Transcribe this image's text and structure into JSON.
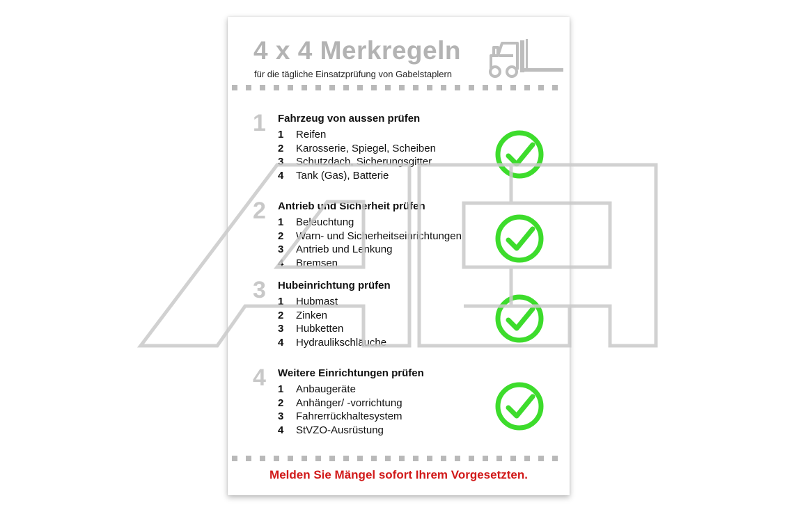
{
  "header": {
    "title": "4 x 4 Merkregeln",
    "subtitle": "für die tägliche Einsatzprüfung von Gabelstaplern"
  },
  "sections": [
    {
      "number": "1",
      "title": "Fahrzeug von aussen prüfen",
      "items": [
        {
          "n": "1",
          "text": "Reifen"
        },
        {
          "n": "2",
          "text": "Karosserie, Spiegel, Scheiben"
        },
        {
          "n": "3",
          "text": "Schutzdach, Sicherungsgitter"
        },
        {
          "n": "4",
          "text": "Tank (Gas), Batterie"
        }
      ]
    },
    {
      "number": "2",
      "title": "Antrieb und Sicherheit prüfen",
      "items": [
        {
          "n": "1",
          "text": "Beleuchtung"
        },
        {
          "n": "2",
          "text": "Warn- und Sicherheitseinrichtungen"
        },
        {
          "n": "3",
          "text": "Antrieb und Lenkung"
        },
        {
          "n": "4",
          "text": "Bremsen"
        }
      ]
    },
    {
      "number": "3",
      "title": "Hubeinrichtung prüfen",
      "items": [
        {
          "n": "1",
          "text": "Hubmast"
        },
        {
          "n": "2",
          "text": "Zinken"
        },
        {
          "n": "3",
          "text": "Hubketten"
        },
        {
          "n": "4",
          "text": "Hydraulikschläuche"
        }
      ]
    },
    {
      "number": "4",
      "title": "Weitere Einrichtungen prüfen",
      "items": [
        {
          "n": "1",
          "text": "Anbaugeräte"
        },
        {
          "n": "2",
          "text": "Anhänger/ -vorrichtung"
        },
        {
          "n": "3",
          "text": "Fahrerrückhaltesystem"
        },
        {
          "n": "4",
          "text": "StVZO-Ausrüstung"
        }
      ]
    }
  ],
  "footer": {
    "text": "Melden Sie Mängel sofort Ihrem Vorgesetzten."
  },
  "colors": {
    "check_green": "#3ddc2c",
    "heading_gray": "#b3b3b3",
    "footer_red": "#d11a1a",
    "watermark_gray": "#c9c9c9"
  },
  "icons": [
    "forklift-icon",
    "checkmark-circle-icon"
  ]
}
